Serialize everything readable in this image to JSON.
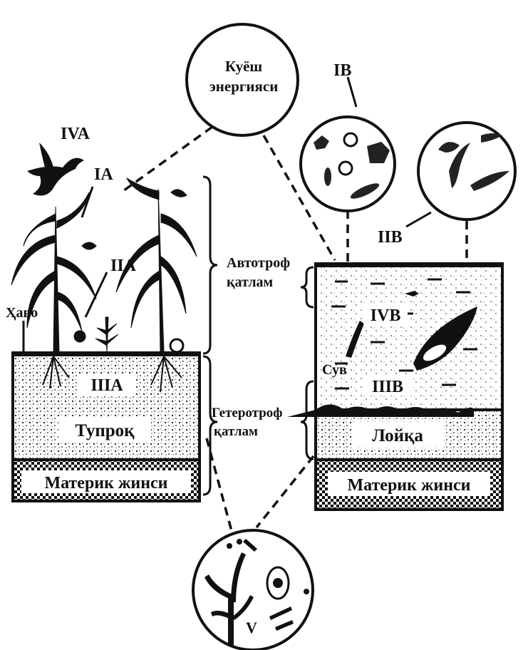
{
  "labels": {
    "sun": [
      "Куёш",
      "энергияси"
    ],
    "ib": "IB",
    "iva": "IVA",
    "ia": "IA",
    "iia": "IIA",
    "hav": "Ҳаво",
    "iiia": "IIIA",
    "tuproq": "Тупроқ",
    "materik_left": "Материк жинси",
    "avtotrof": [
      "Автотроф",
      "қатлам"
    ],
    "geterotrof": [
      "Гетеротроф",
      "қатлам"
    ],
    "iib": "IIB",
    "ivb": "IVB",
    "suv": "Сув",
    "iiib": "IIIB",
    "loyqa": "Лойқа",
    "materik_right": "Материк жинси",
    "v": "V"
  }
}
